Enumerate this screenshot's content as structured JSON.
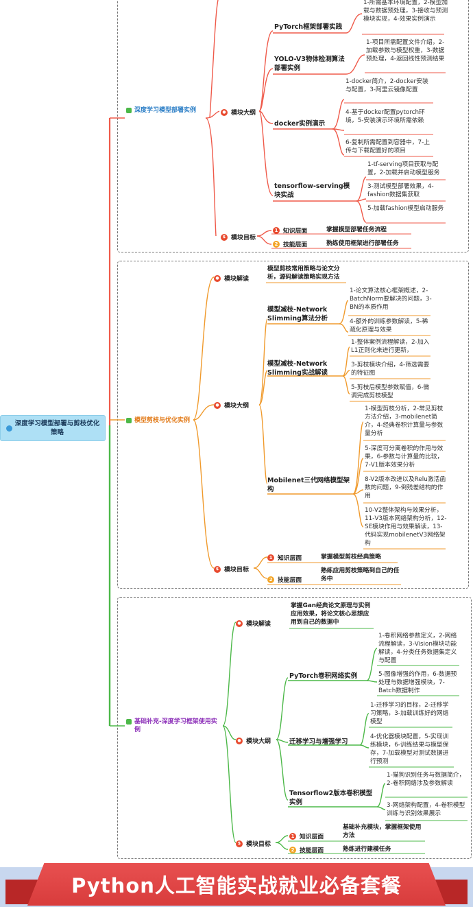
{
  "root": "深度学习模型部署与剪枝优化策略",
  "sections": [
    {
      "title": "深度学习模型部署实例",
      "color": "#ef5a4a",
      "outline_label": "模块大纲",
      "goal_label": "模块目标",
      "topics": [
        {
          "title": "PyTorch框架部署实践",
          "leaves": [
            "1-所需基本环境配置，2-模型加载与数据预处理，3-接收与预测模块实现，4-效果实例演示"
          ]
        },
        {
          "title": "YOLO-V3物体检测算法部署实例",
          "leaves": [
            "1-项目所需配置文件介绍，2-加载参数与模型权重，3-数据预处理，4-返回线性预测结果"
          ]
        },
        {
          "title": "docker实例演示",
          "leaves": [
            "1-docker简介，2-docker安装与配置，3-阿里云镜像配置",
            "4-基于docker配置pytorch环境，5-安装演示环境所需依赖",
            "6-复制所需配置到容器中，7-上传与下载配置好的项目"
          ]
        },
        {
          "title": "tensorflow-serving模块实战",
          "leaves": [
            "1-tf-serving项目获取与配置，2-加载并启动模型服务",
            "3-测试模型部署效果，4-fashion数据集获取",
            "5-加载fashion模型启动服务"
          ]
        }
      ],
      "goals": [
        {
          "num": "1",
          "label": "知识层面",
          "text": "掌握模型部署任务流程"
        },
        {
          "num": "2",
          "label": "技能层面",
          "text": "熟练使用框架进行部署任务"
        }
      ]
    },
    {
      "title": "模型剪枝与优化实例",
      "color": "#f09a2c",
      "intro_label": "模块解读",
      "intro_text": "模型剪枝常用策略与论文分析，源码解读策略实现方法",
      "outline_label": "模块大纲",
      "goal_label": "模块目标",
      "topics": [
        {
          "title": "模型减枝-Network Slimming算法分析",
          "leaves": [
            "1-论文算法核心框架概述，2-BatchNorm要解决的问题，3-BN的本质作用",
            "4-额外的训练参数解读，5-稀疏化原理与效果"
          ]
        },
        {
          "title": "模型减枝-Network Slimming实战解读",
          "leaves": [
            "1-整体案例流程解读，2-加入L1正则化来进行更新，",
            "3-剪枝模块介绍，4-筛选需要的特征图",
            "5-剪枝后模型参数赋值，6-微调完成剪枝模型"
          ]
        },
        {
          "title": "Mobilenet三代网络模型架构",
          "leaves": [
            "1-模型剪枝分析，2-常见剪枝方法介绍，3-mobilenet简介，4-经典卷积计算量与参数量分析",
            "5-深度可分离卷积的作用与效果，6-参数与计算量的比较，7-V1版本效果分析",
            "8-V2版本改进以及Relu激活函数的问题，9-倒残差结构的作用",
            "10-V2整体架构与效果分析，11-V3版本网络架构分析，12-SE模块作用与效果解读，13-代码实现mobilenetV3网络架构"
          ]
        }
      ],
      "goals": [
        {
          "num": "1",
          "label": "知识层面",
          "text": "掌握模型剪枝经典策略"
        },
        {
          "num": "2",
          "label": "技能层面",
          "text": "熟练应用剪枝策略到自己的任务中"
        }
      ]
    },
    {
      "title": "基础补充-深度学习框架使用实例",
      "color": "#9b3fc4",
      "intro_label": "模块解读",
      "intro_text": "掌握Gan经典论文原理与实例应用效果，将论文核心思想应用到自己的数据中",
      "outline_label": "模块大纲",
      "goal_label": "模块目标",
      "topics": [
        {
          "title": "PyTorch卷积网络实例",
          "leaves": [
            "1-卷积网络参数定义，2-网络流程解读，3-Vision模块功能解读，4-分类任务数据集定义与配置",
            "5-图像增强的作用，6-数据预处理与数据增强模块，7-Batch数据制作"
          ]
        },
        {
          "title": "迁移学习与增强学习",
          "leaves": [
            "1-迁移学习的目标，2-迁移学习策略，3-加载训练好的网络模型",
            "4-优化器模块配置，5-实现训练模块，6-训练结果与模型保存，7-加载模型对测试数据进行预测"
          ]
        },
        {
          "title": "Tensorflow2版本卷积模型实例",
          "leaves": [
            "1-猫狗识别任务与数据简介，2-卷积网络涉及参数解读",
            "3-网络架构配置，4-卷积模型训练与识别效果展示"
          ]
        }
      ],
      "goals": [
        {
          "num": "1",
          "label": "知识层面",
          "text": "基础补充模块，掌握框架使用方法"
        },
        {
          "num": "2",
          "label": "技能层面",
          "text": "熟练进行建模任务"
        }
      ]
    }
  ],
  "banner": "Python人工智能实战就业必备套餐",
  "colors": {
    "red": "#ef5a4a",
    "orange": "#f09a2c",
    "green": "#4cb848",
    "goal": "#e84a2e",
    "num2": "#f3a425",
    "root": "#aee0f5"
  }
}
